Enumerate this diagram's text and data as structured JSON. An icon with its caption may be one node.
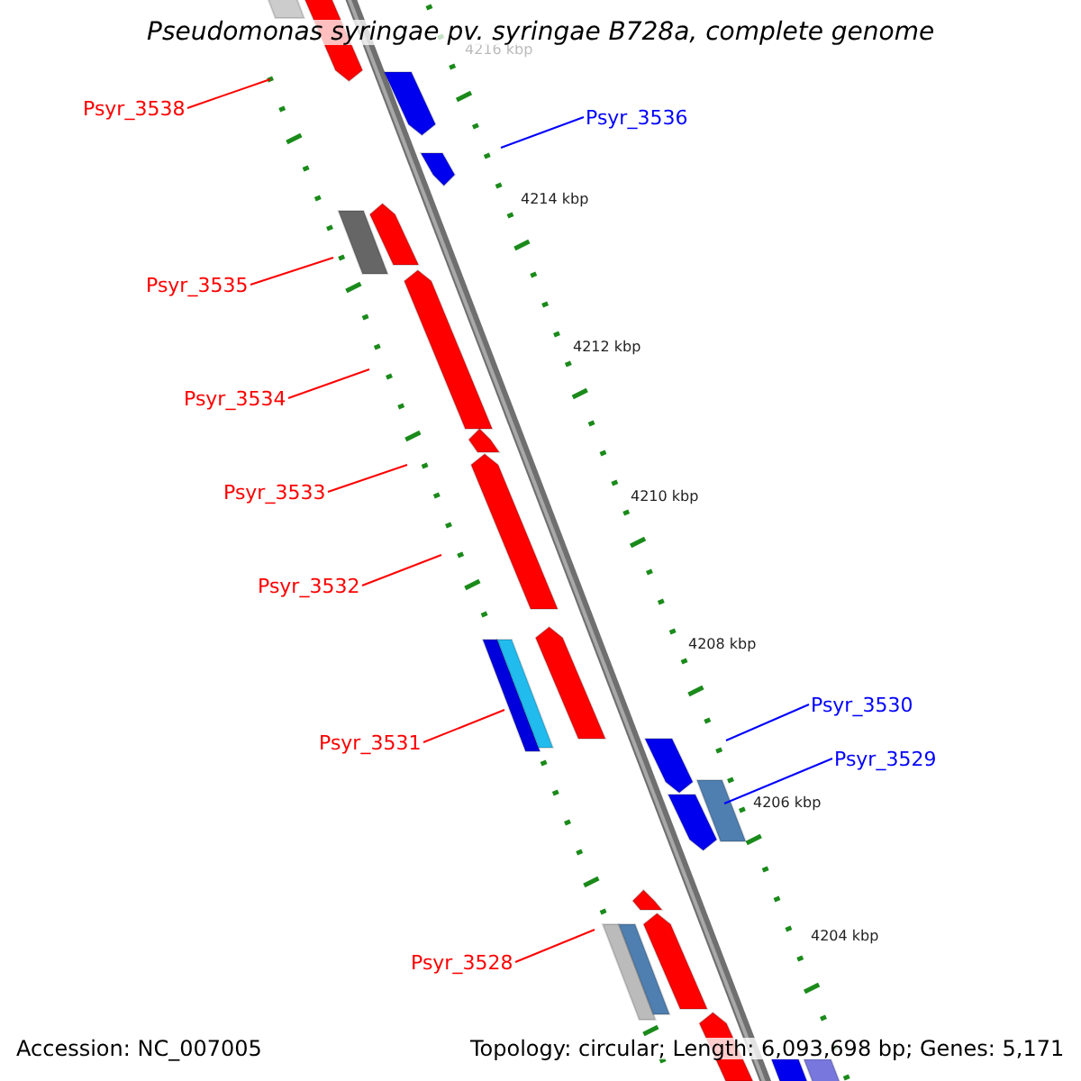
{
  "diagram": {
    "title": "Pseudomonas syringae pv. syringae B728a, complete genome",
    "nodes": [
      {
        "text": [
          "Psyr_3538"
        ]
      },
      {
        "text": [
          "Psyr_3536"
        ]
      },
      {
        "text": [
          "Psyr_3535"
        ]
      },
      {
        "text": [
          "Psyr_3534"
        ]
      },
      {
        "text": [
          "Psyr_3533"
        ]
      },
      {
        "text": [
          "Psyr_3532"
        ]
      },
      {
        "text": [
          "Psyr_3531"
        ]
      },
      {
        "text": [
          "Psyr_3530"
        ]
      },
      {
        "text": [
          "Psyr_3529"
        ]
      },
      {
        "text": [
          "Psyr_3528"
        ]
      }
    ],
    "edges": [
      {
        "from": 0,
        "to": null,
        "arrow": "none"
      },
      {
        "from": 1,
        "to": null,
        "arrow": "none",
        "color": "#0000ff"
      },
      {
        "from": 2,
        "to": null,
        "arrow": "none"
      },
      {
        "from": 3,
        "to": null,
        "arrow": "none"
      },
      {
        "from": 4,
        "to": null,
        "arrow": "none"
      },
      {
        "from": 5,
        "to": null,
        "arrow": "none"
      },
      {
        "from": 6,
        "to": null,
        "arrow": "none"
      },
      {
        "from": 7,
        "to": null,
        "arrow": "none",
        "color": "#0000ff"
      },
      {
        "from": 8,
        "to": null,
        "arrow": "none",
        "color": "#0000ff"
      },
      {
        "from": 9,
        "to": null,
        "arrow": "none"
      }
    ],
    "labels": [
      "4216 kbp",
      "4214 kbp",
      "4212 kbp",
      "4210 kbp",
      "4208 kbp",
      "4206 kbp",
      "4204 kbp",
      "Accession: NC_007005",
      "Topology: circular; Length: 6,093,698 bp; Genes: 5,171"
    ]
  }
}
